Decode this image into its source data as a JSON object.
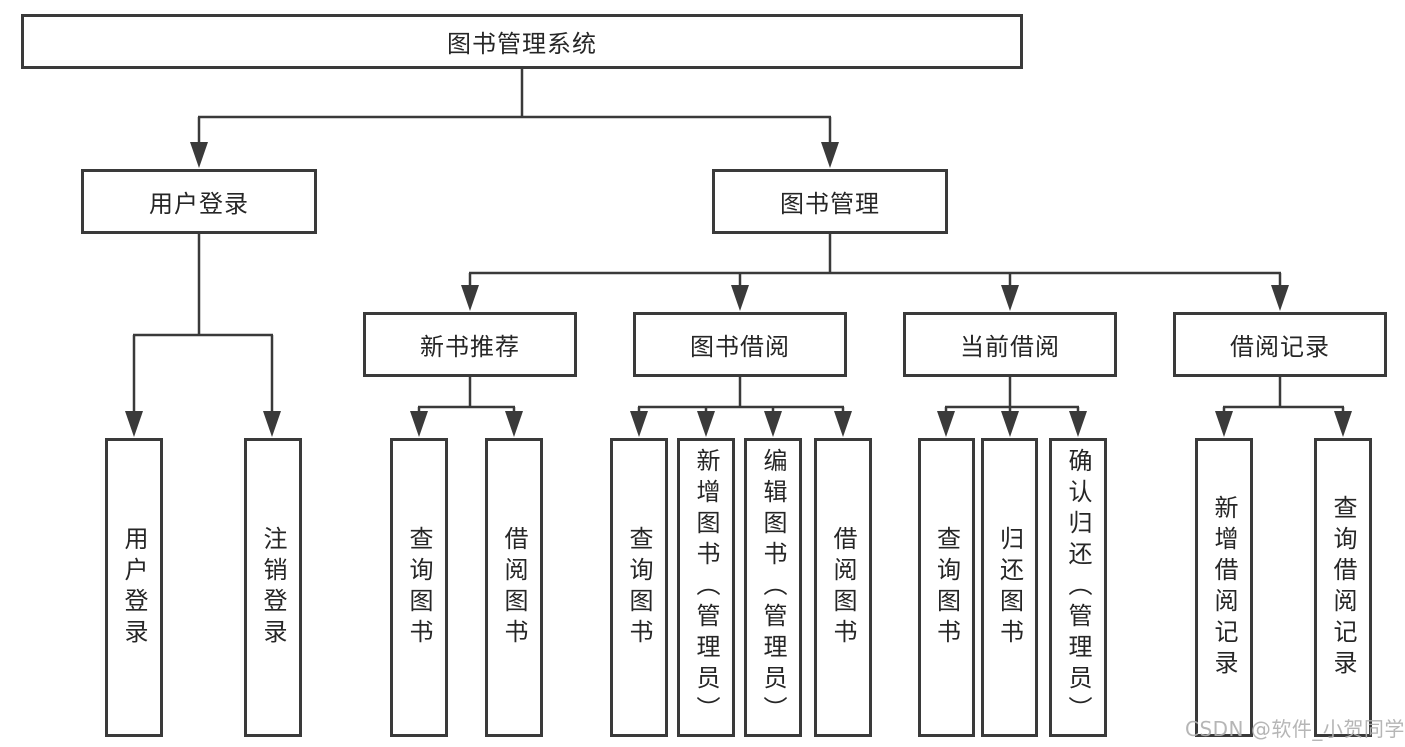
{
  "tree": {
    "root": {
      "label": "图书管理系统"
    },
    "branches": [
      {
        "label": "用户登录",
        "children": [
          {
            "label": "用户登录"
          },
          {
            "label": "注销登录"
          }
        ]
      },
      {
        "label": "图书管理",
        "children": [
          {
            "label": "新书推荐",
            "children": [
              {
                "label": "查询图书"
              },
              {
                "label": "借阅图书"
              }
            ]
          },
          {
            "label": "图书借阅",
            "children": [
              {
                "label": "查询图书"
              },
              {
                "label": "新增图书（管理员）"
              },
              {
                "label": "编辑图书（管理员）"
              },
              {
                "label": "借阅图书"
              }
            ]
          },
          {
            "label": "当前借阅",
            "children": [
              {
                "label": "查询图书"
              },
              {
                "label": "归还图书"
              },
              {
                "label": "确认归还（管理员）"
              }
            ]
          },
          {
            "label": "借阅记录",
            "children": [
              {
                "label": "新增借阅记录"
              },
              {
                "label": "查询借阅记录"
              }
            ]
          }
        ]
      }
    ]
  },
  "watermark": {
    "text": "CSDN @软件_小贺同学"
  },
  "style": {
    "line_color": "#3a3a3a",
    "text_color": "#262626",
    "watermark_color": "#b0b0b0",
    "background": "#ffffff"
  }
}
